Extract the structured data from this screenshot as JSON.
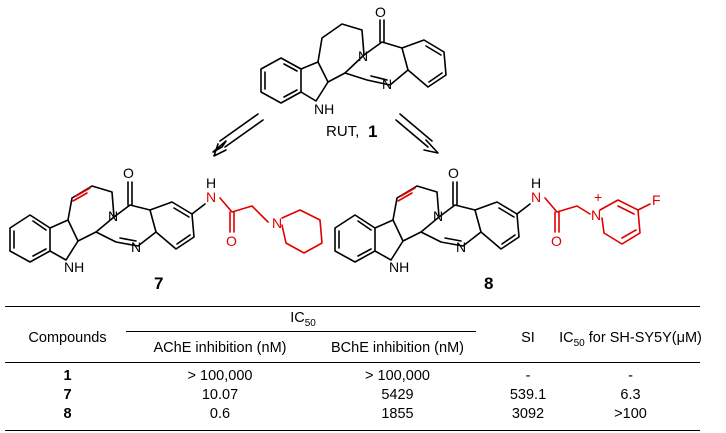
{
  "figure": {
    "parent_label": "RUT,",
    "parent_number": "1",
    "compound_a": "7",
    "compound_b": "8",
    "atoms": {
      "oxygen": "O",
      "nitrogen": "N",
      "nh": "NH",
      "fluorine": "F",
      "plus": "+",
      "h": "H"
    },
    "colors": {
      "bond": "#000000",
      "modification": "#e00000"
    }
  },
  "table": {
    "col_compounds": "Compounds",
    "col_ic50_group": "IC",
    "col_ic50_sub": "50",
    "col_ache": "AChE inhibition (nM)",
    "col_bche": "BChE inhibition (nM)",
    "col_si": "SI",
    "col_cyto_prefix": "IC",
    "col_cyto_sub": "50",
    "col_cyto_suffix": " for SH-SY5Y(μM)",
    "rows": [
      {
        "compound": "1",
        "ache": "> 100,000",
        "bche": "> 100,000",
        "si": "-",
        "cyto": "-"
      },
      {
        "compound": "7",
        "ache": "10.07",
        "bche": "5429",
        "si": "539.1",
        "cyto": "6.3"
      },
      {
        "compound": "8",
        "ache": "0.6",
        "bche": "1855",
        "si": "3092",
        "cyto": ">100"
      }
    ]
  }
}
